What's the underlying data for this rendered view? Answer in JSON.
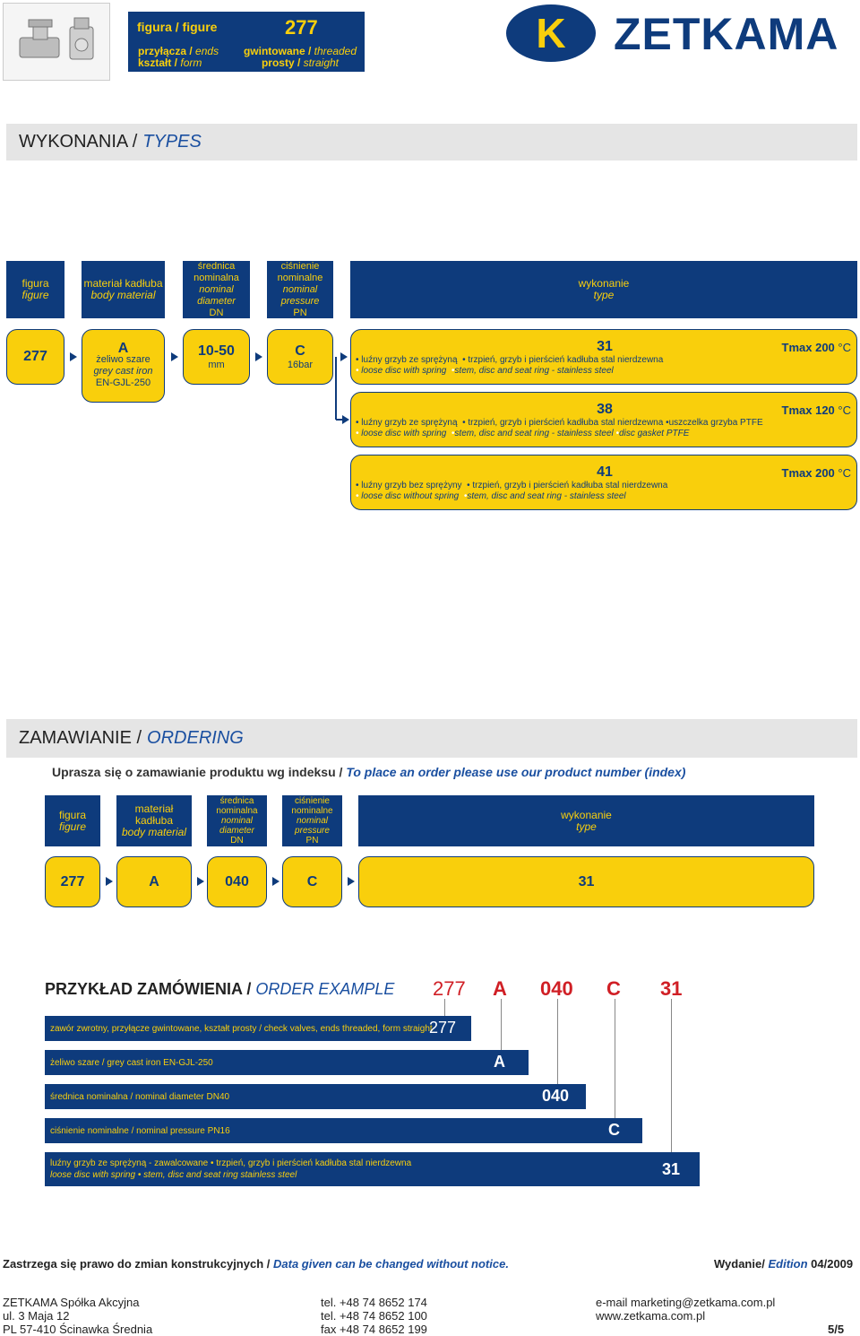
{
  "header": {
    "figure_label": "figura / figure",
    "figure_number": "277",
    "ends_label_pl": "przyłącza /",
    "ends_label_en": "ends",
    "ends_value_pl": "gwintowane /",
    "ends_value_en": "threaded",
    "form_label_pl": "kształt /",
    "form_label_en": "form",
    "form_value_pl": "prosty /",
    "form_value_en": "straight",
    "brand": "ZETKAMA",
    "brand_letter": "K"
  },
  "types_section": {
    "title_pl": "WYKONANIA /",
    "title_en": "TYPES",
    "columns": [
      {
        "pl": "figura",
        "en": "figure"
      },
      {
        "pl": "materiał kadłuba",
        "en": "body material"
      },
      {
        "pl": "średnica nominalna",
        "en": "nominal diameter",
        "extra": "DN"
      },
      {
        "pl": "ciśnienie nominalne",
        "en": "nominal pressure",
        "extra": "PN"
      },
      {
        "pl": "wykonanie",
        "en": "type"
      }
    ],
    "figure_value": "277",
    "material_code": "A",
    "material_pl": "żeliwo szare",
    "material_en": "grey cast iron",
    "material_std": "EN-GJL-250",
    "dn_value": "10-50",
    "dn_unit": "mm",
    "pn_code": "C",
    "pn_value": "16bar",
    "types": [
      {
        "code": "31",
        "tmax": "Tmax 200",
        "unit": "°C",
        "pl": [
          "luźny grzyb ze sprężyną",
          "trzpień, grzyb i pierścień kadłuba  stal nierdzewna"
        ],
        "en": [
          "loose disc with spring",
          "stem, disc and seat ring - stainless steel"
        ]
      },
      {
        "code": "38",
        "tmax": "Tmax 120",
        "unit": "°C",
        "pl": [
          "luźny grzyb ze sprężyną",
          "trzpień, grzyb i pierścień kadłuba  stal nierdzewna",
          "uszczelka grzyba PTFE"
        ],
        "en": [
          "loose disc with spring",
          "stem, disc and seat ring - stainless steel",
          "disc gasket PTFE"
        ]
      },
      {
        "code": "41",
        "tmax": "Tmax 200",
        "unit": "°C",
        "pl": [
          "luźny grzyb bez sprężyny",
          "trzpień, grzyb i pierścień kadłuba  stal nierdzewna"
        ],
        "en": [
          "loose disc without spring",
          "stem, disc and seat ring - stainless steel"
        ]
      }
    ]
  },
  "ordering": {
    "title_pl": "ZAMAWIANIE /",
    "title_en": "ORDERING",
    "instruction_pl": "Uprasza się o zamawianie produktu wg indeksu  /",
    "instruction_en": "To place an order please use our product number (index)",
    "columns": [
      {
        "pl": "figura",
        "en": "figure"
      },
      {
        "pl": "materiał kadłuba",
        "en": "body material"
      },
      {
        "pl": "średnica nominalna",
        "en": "nominal diameter",
        "extra": "DN"
      },
      {
        "pl": "ciśnienie nominalne",
        "en": "nominal pressure",
        "extra": "PN"
      },
      {
        "pl": "wykonanie",
        "en": "type"
      }
    ],
    "values": [
      "277",
      "A",
      "040",
      "C",
      "31"
    ]
  },
  "example": {
    "title_pl": "PRZYKŁAD ZAMÓWIENIA /",
    "title_en": "ORDER  EXAMPLE",
    "codes": [
      "277",
      "A",
      "040",
      "C",
      "31"
    ],
    "rows": [
      {
        "text": "zawór zwrotny, przyłącze gwintowane, kształt prosty / check valves, ends threaded, form straight",
        "code": "277"
      },
      {
        "text": "żeliwo szare / grey cast iron EN-GJL-250",
        "code": "A"
      },
      {
        "text": "średnica nominalna / nominal diameter DN40",
        "code": "040"
      },
      {
        "text": "ciśnienie nominalne / nominal pressure PN16",
        "code": "C"
      },
      {
        "text_pl": "luźny grzyb ze sprężyną - zawalcowane",
        "text_pl2": "trzpień, grzyb i pierścień kadłuba stal nierdzewna",
        "text_en": "loose disc with spring",
        "text_en2": "stem, disc and seat ring stainless steel",
        "code": "31"
      }
    ]
  },
  "footer": {
    "notice_pl": "Zastrzega się prawo do zmian konstrukcyjnych /",
    "notice_en": "Data given can be changed without notice.",
    "edition_pl": "Wydanie/",
    "edition_en": "Edition",
    "edition_value": "04/2009",
    "company": "ZETKAMA  Spółka Akcyjna",
    "street": "ul. 3 Maja 12",
    "city": "PL 57-410 Ścinawka Średnia",
    "tel1": "tel. +48 74 8652 174",
    "tel2": "tel. +48 74 8652 100",
    "fax": "fax +48 74 8652 199",
    "email": "e-mail marketing@zetkama.com.pl",
    "www": "www.zetkama.com.pl",
    "page": "5/5"
  },
  "colors": {
    "navy": "#0e3b7c",
    "yellow": "#f9cf0c",
    "red": "#d01f25",
    "italic_blue": "#1a4fa0"
  }
}
